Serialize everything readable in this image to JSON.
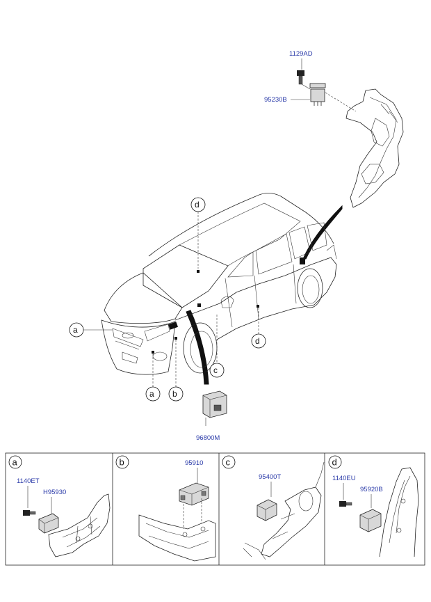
{
  "colors": {
    "part_number": "#2a3aa8",
    "line": "#222222"
  },
  "main_diagram": {
    "labels": {
      "bolt_top": "1129AD",
      "relay_top": "95230B",
      "module_bottom": "96800M"
    },
    "callouts": {
      "a_left": "a",
      "a_bottom": "a",
      "b_bottom": "b",
      "c_bottom": "c",
      "d_top": "d",
      "d_right": "d"
    }
  },
  "panels": [
    {
      "letter": "a",
      "labels": [
        "1140ET",
        "H95930"
      ]
    },
    {
      "letter": "b",
      "labels": [
        "95910"
      ]
    },
    {
      "letter": "c",
      "labels": [
        "95400T"
      ]
    },
    {
      "letter": "d",
      "labels": [
        "1140EU",
        "95920B"
      ]
    }
  ]
}
